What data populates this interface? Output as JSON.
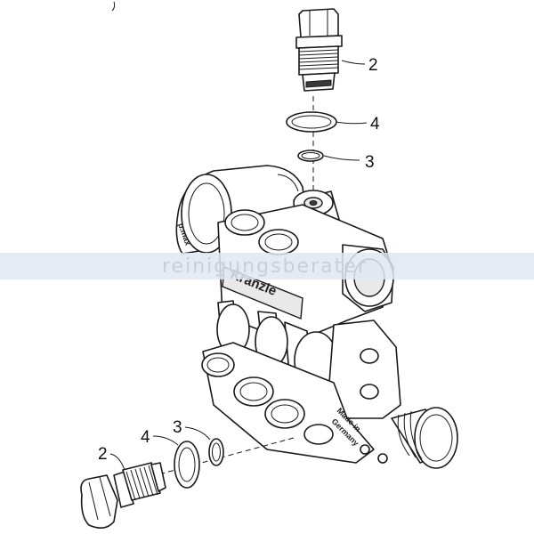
{
  "callouts": {
    "top_valve": "2",
    "top_gasket": "4",
    "top_oring": "3",
    "bottom_valve": "2",
    "bottom_gasket": "4",
    "bottom_oring": "3"
  },
  "markings": {
    "brand": "Kranzle",
    "pressure": "p.max",
    "made_in_line1": "Made in",
    "made_in_line2": "Germany"
  },
  "watermark": "reinigungsberater",
  "colors": {
    "line": "#1a1a1a",
    "background": "#ffffff",
    "watermark_band": "#dfe8f3"
  }
}
